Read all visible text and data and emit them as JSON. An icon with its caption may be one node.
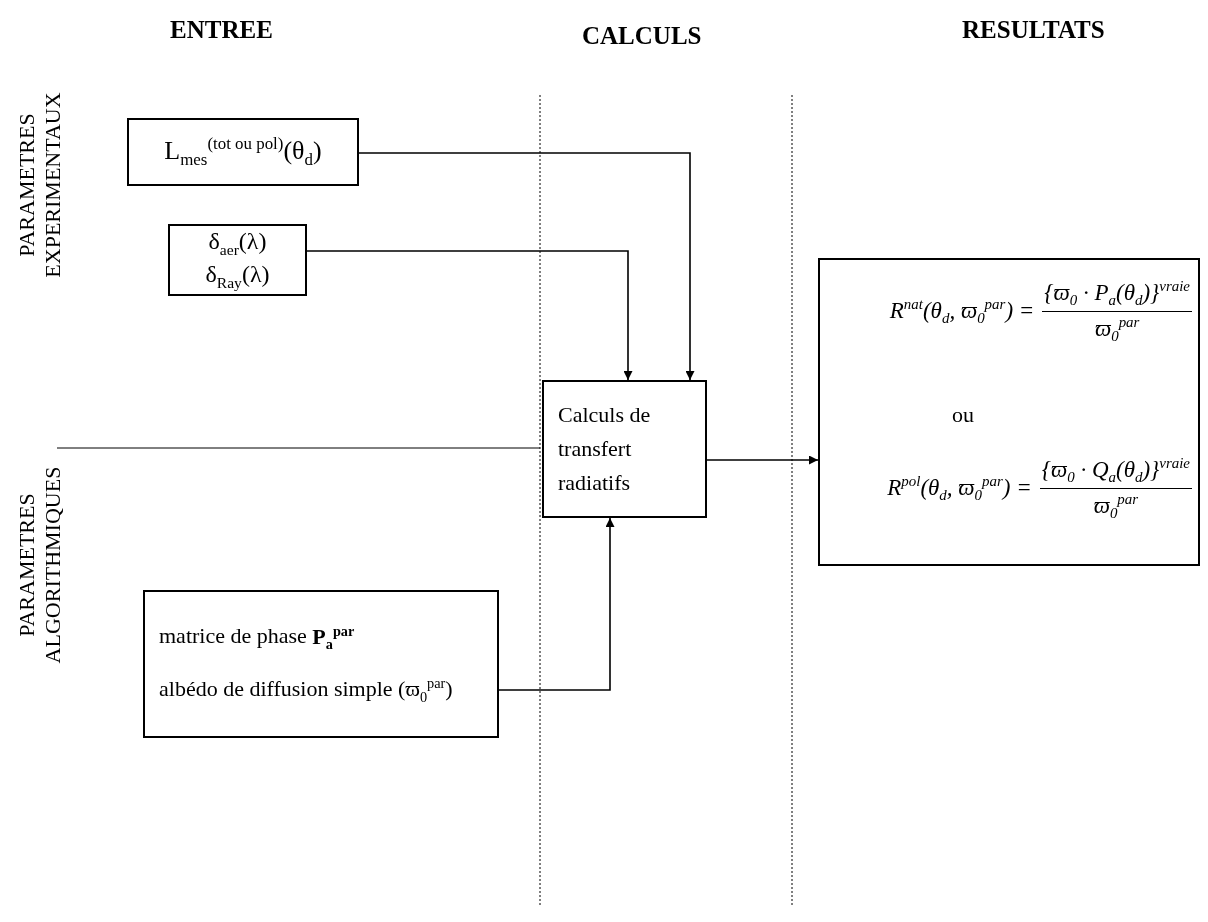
{
  "diagram": {
    "nodes": [
      {
        "text": [
          "L$_{mes}$$^{(tot ou pol)}$(θ$_{d}$)"
        ]
      },
      {
        "text": [
          "δ$_{aer}$(λ)",
          "δ$_{Ray}$(λ)"
        ]
      },
      {
        "text": [
          "Calculs de transfert radiatifs"
        ]
      },
      {
        "text": [
          "matrice de phase **P$_{a}$$^{par}$**",
          "albédo de diffusion simple (ϖ$_{0}$$^{par}$)"
        ]
      },
      {
        "text": [
          "R$^{nat}$(θ$_{d}$, ϖ$_{0}$$^{par}$) =",
          "{ϖ$_{0}$ · P$_{a}$(θ$_{d}$)}$^{vraie}$",
          "ϖ$_{0}$$^{par}$",
          "ou",
          "R$^{pol}$(θ$_{d}$, ϖ$_{0}$$^{par}$) =",
          "{ϖ$_{0}$ · Q$_{a}$(θ$_{d}$)}$^{vraie}$",
          "ϖ$_{0}$$^{par}$"
        ]
      }
    ],
    "edges": [
      {
        "from": 0,
        "to": 2,
        "arrow": "to"
      },
      {
        "from": 1,
        "to": 2,
        "arrow": "to"
      },
      {
        "from": 3,
        "to": 2,
        "arrow": "to"
      },
      {
        "from": 2,
        "to": 4,
        "arrow": "to"
      }
    ],
    "labels": [
      "ENTREE",
      "CALCULS",
      "RESULTATS",
      "PARAMETRES EXPERIMENTAUX",
      "PARAMETRES ALGORITHMIQUES"
    ]
  }
}
